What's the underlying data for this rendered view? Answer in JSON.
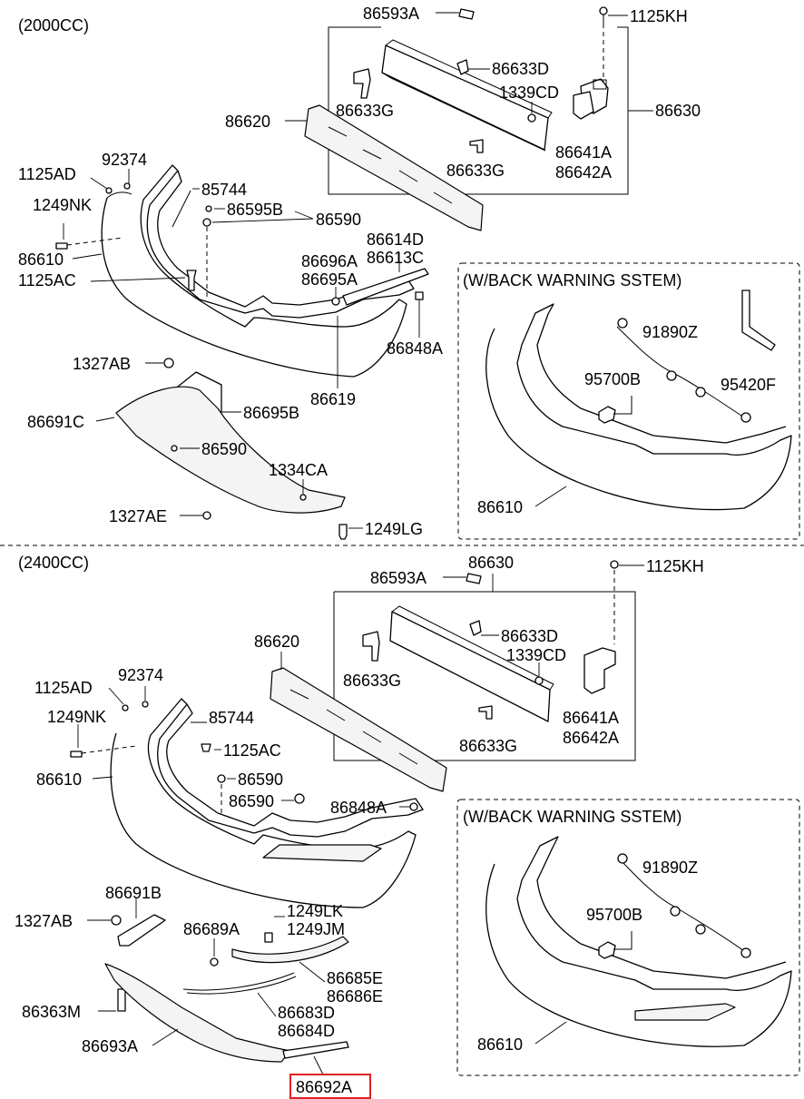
{
  "sections": [
    {
      "id": "2000cc",
      "title": "(2000CC)",
      "warning_box_title": "(W/BACK WARNING SSTEM)"
    },
    {
      "id": "2400cc",
      "title": "(2400CC)",
      "warning_box_title": "(W/BACK WARNING SSTEM)"
    }
  ],
  "labels_2000": {
    "p86593A": "86593A",
    "p1125KH": "1125KH",
    "p86633D": "86633D",
    "p1339CD": "1339CD",
    "p86630": "86630",
    "p86620": "86620",
    "p86633G_a": "86633G",
    "p86633G_b": "86633G",
    "p86641A": "86641A",
    "p86642A": "86642A",
    "p1125AD": "1125AD",
    "p92374": "92374",
    "p1249NK": "1249NK",
    "p85744": "85744",
    "p86595B": "86595B",
    "p86590_a": "86590",
    "p86610": "86610",
    "p1125AC": "1125AC",
    "p86614D": "86614D",
    "p86613C": "86613C",
    "p86696A": "86696A",
    "p86695A": "86695A",
    "p86848A": "86848A",
    "p1327AB": "1327AB",
    "p86619": "86619",
    "p86691C": "86691C",
    "p86695B": "86695B",
    "p86590_b": "86590",
    "p1334CA": "1334CA",
    "p1327AE": "1327AE",
    "p1249LG": "1249LG",
    "w91890Z": "91890Z",
    "w95700B": "95700B",
    "w95420F": "95420F",
    "w86610": "86610"
  },
  "labels_2400": {
    "p86630": "86630",
    "p86593A": "86593A",
    "p1125KH": "1125KH",
    "p86620": "86620",
    "p86633D": "86633D",
    "p1339CD": "1339CD",
    "p86633G_a": "86633G",
    "p86633G_b": "86633G",
    "p86641A": "86641A",
    "p86642A": "86642A",
    "p1125AD": "1125AD",
    "p92374": "92374",
    "p1249NK": "1249NK",
    "p85744": "85744",
    "p1125AC": "1125AC",
    "p86610": "86610",
    "p86590_a": "86590",
    "p86590_b": "86590",
    "p86848A": "86848A",
    "p86691B": "86691B",
    "p1327AB": "1327AB",
    "p1249LK": "1249LK",
    "p1249JM": "1249JM",
    "p86689A": "86689A",
    "p86685E": "86685E",
    "p86686E": "86686E",
    "p86363M": "86363M",
    "p86683D": "86683D",
    "p86684D": "86684D",
    "p86693A": "86693A",
    "p86692A": "86692A",
    "w91890Z": "91890Z",
    "w95700B": "95700B",
    "w86610": "86610"
  },
  "highlighted_part": "86692A",
  "colors": {
    "line": "#000000",
    "highlight": "#e02020",
    "background": "#ffffff"
  }
}
